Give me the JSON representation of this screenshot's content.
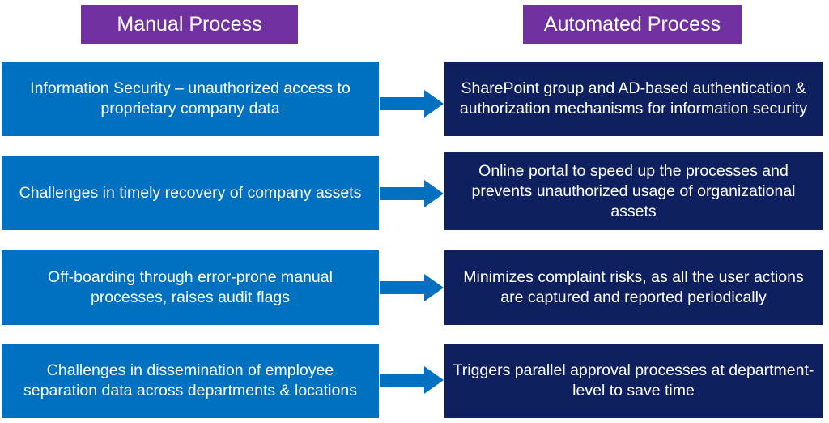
{
  "headers": {
    "manual": "Manual Process",
    "automated": "Automated Process"
  },
  "colors": {
    "header": "#7030a0",
    "manual_box": "#0070c0",
    "automated_box": "#0e2060"
  },
  "rows": [
    {
      "manual": "Information Security – unauthorized access to proprietary company data",
      "automated": "SharePoint group and AD-based authentication & authorization mechanisms for information security"
    },
    {
      "manual": "Challenges in timely recovery of company assets",
      "automated": "Online portal to speed up the processes and prevents unauthorized usage of organizational assets"
    },
    {
      "manual": "Off-boarding through error-prone manual processes, raises audit flags",
      "automated": "Minimizes complaint risks, as all the user actions are captured and reported periodically"
    },
    {
      "manual": "Challenges in dissemination of employee separation data across departments & locations",
      "automated": "Triggers parallel approval processes at department-level to save time"
    }
  ]
}
